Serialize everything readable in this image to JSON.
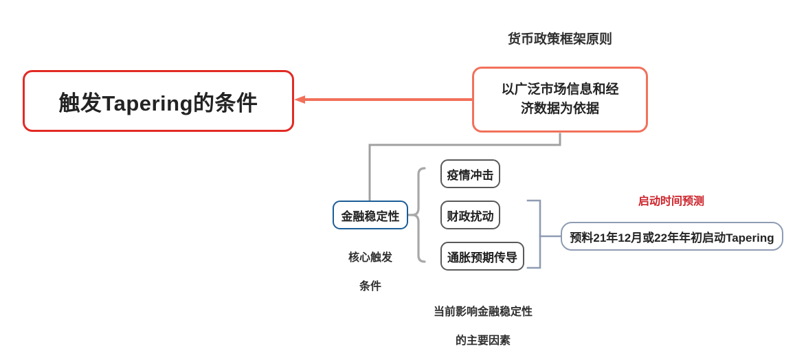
{
  "diagram": {
    "type": "mind-map",
    "root": {
      "label": "触发Tapering的条件",
      "border_color": "#e22a24"
    },
    "framework": {
      "heading": "货币政策框架原则",
      "label": "以广泛市场信息和经济数据为依据",
      "line1": "以广泛市场信息和经",
      "line2": "济数据为依据",
      "border_color": "#f2705a"
    },
    "stability": {
      "label": "金融稳定性",
      "caption_line1": "核心触发",
      "caption_line2": "条件",
      "border_color": "#1b5c96"
    },
    "factors": {
      "items": [
        {
          "label": "疫情冲击"
        },
        {
          "label": "财政扰动"
        },
        {
          "label": "通胀预期传导"
        }
      ],
      "caption_line1": "当前影响金融稳定性",
      "caption_line2": "的主要因素",
      "border_color": "#585858"
    },
    "forecast": {
      "heading": "启动时间预测",
      "heading_color": "#cc2229",
      "label": "预料21年12月或22年年初启动Tapering",
      "border_color": "#8e9bb3"
    },
    "connectors": {
      "root_arrow_color": "#f2705a",
      "tree_color": "#a0a0a0",
      "brace_color": "#a8a8a8",
      "bracket_color": "#8e9bb3"
    }
  }
}
